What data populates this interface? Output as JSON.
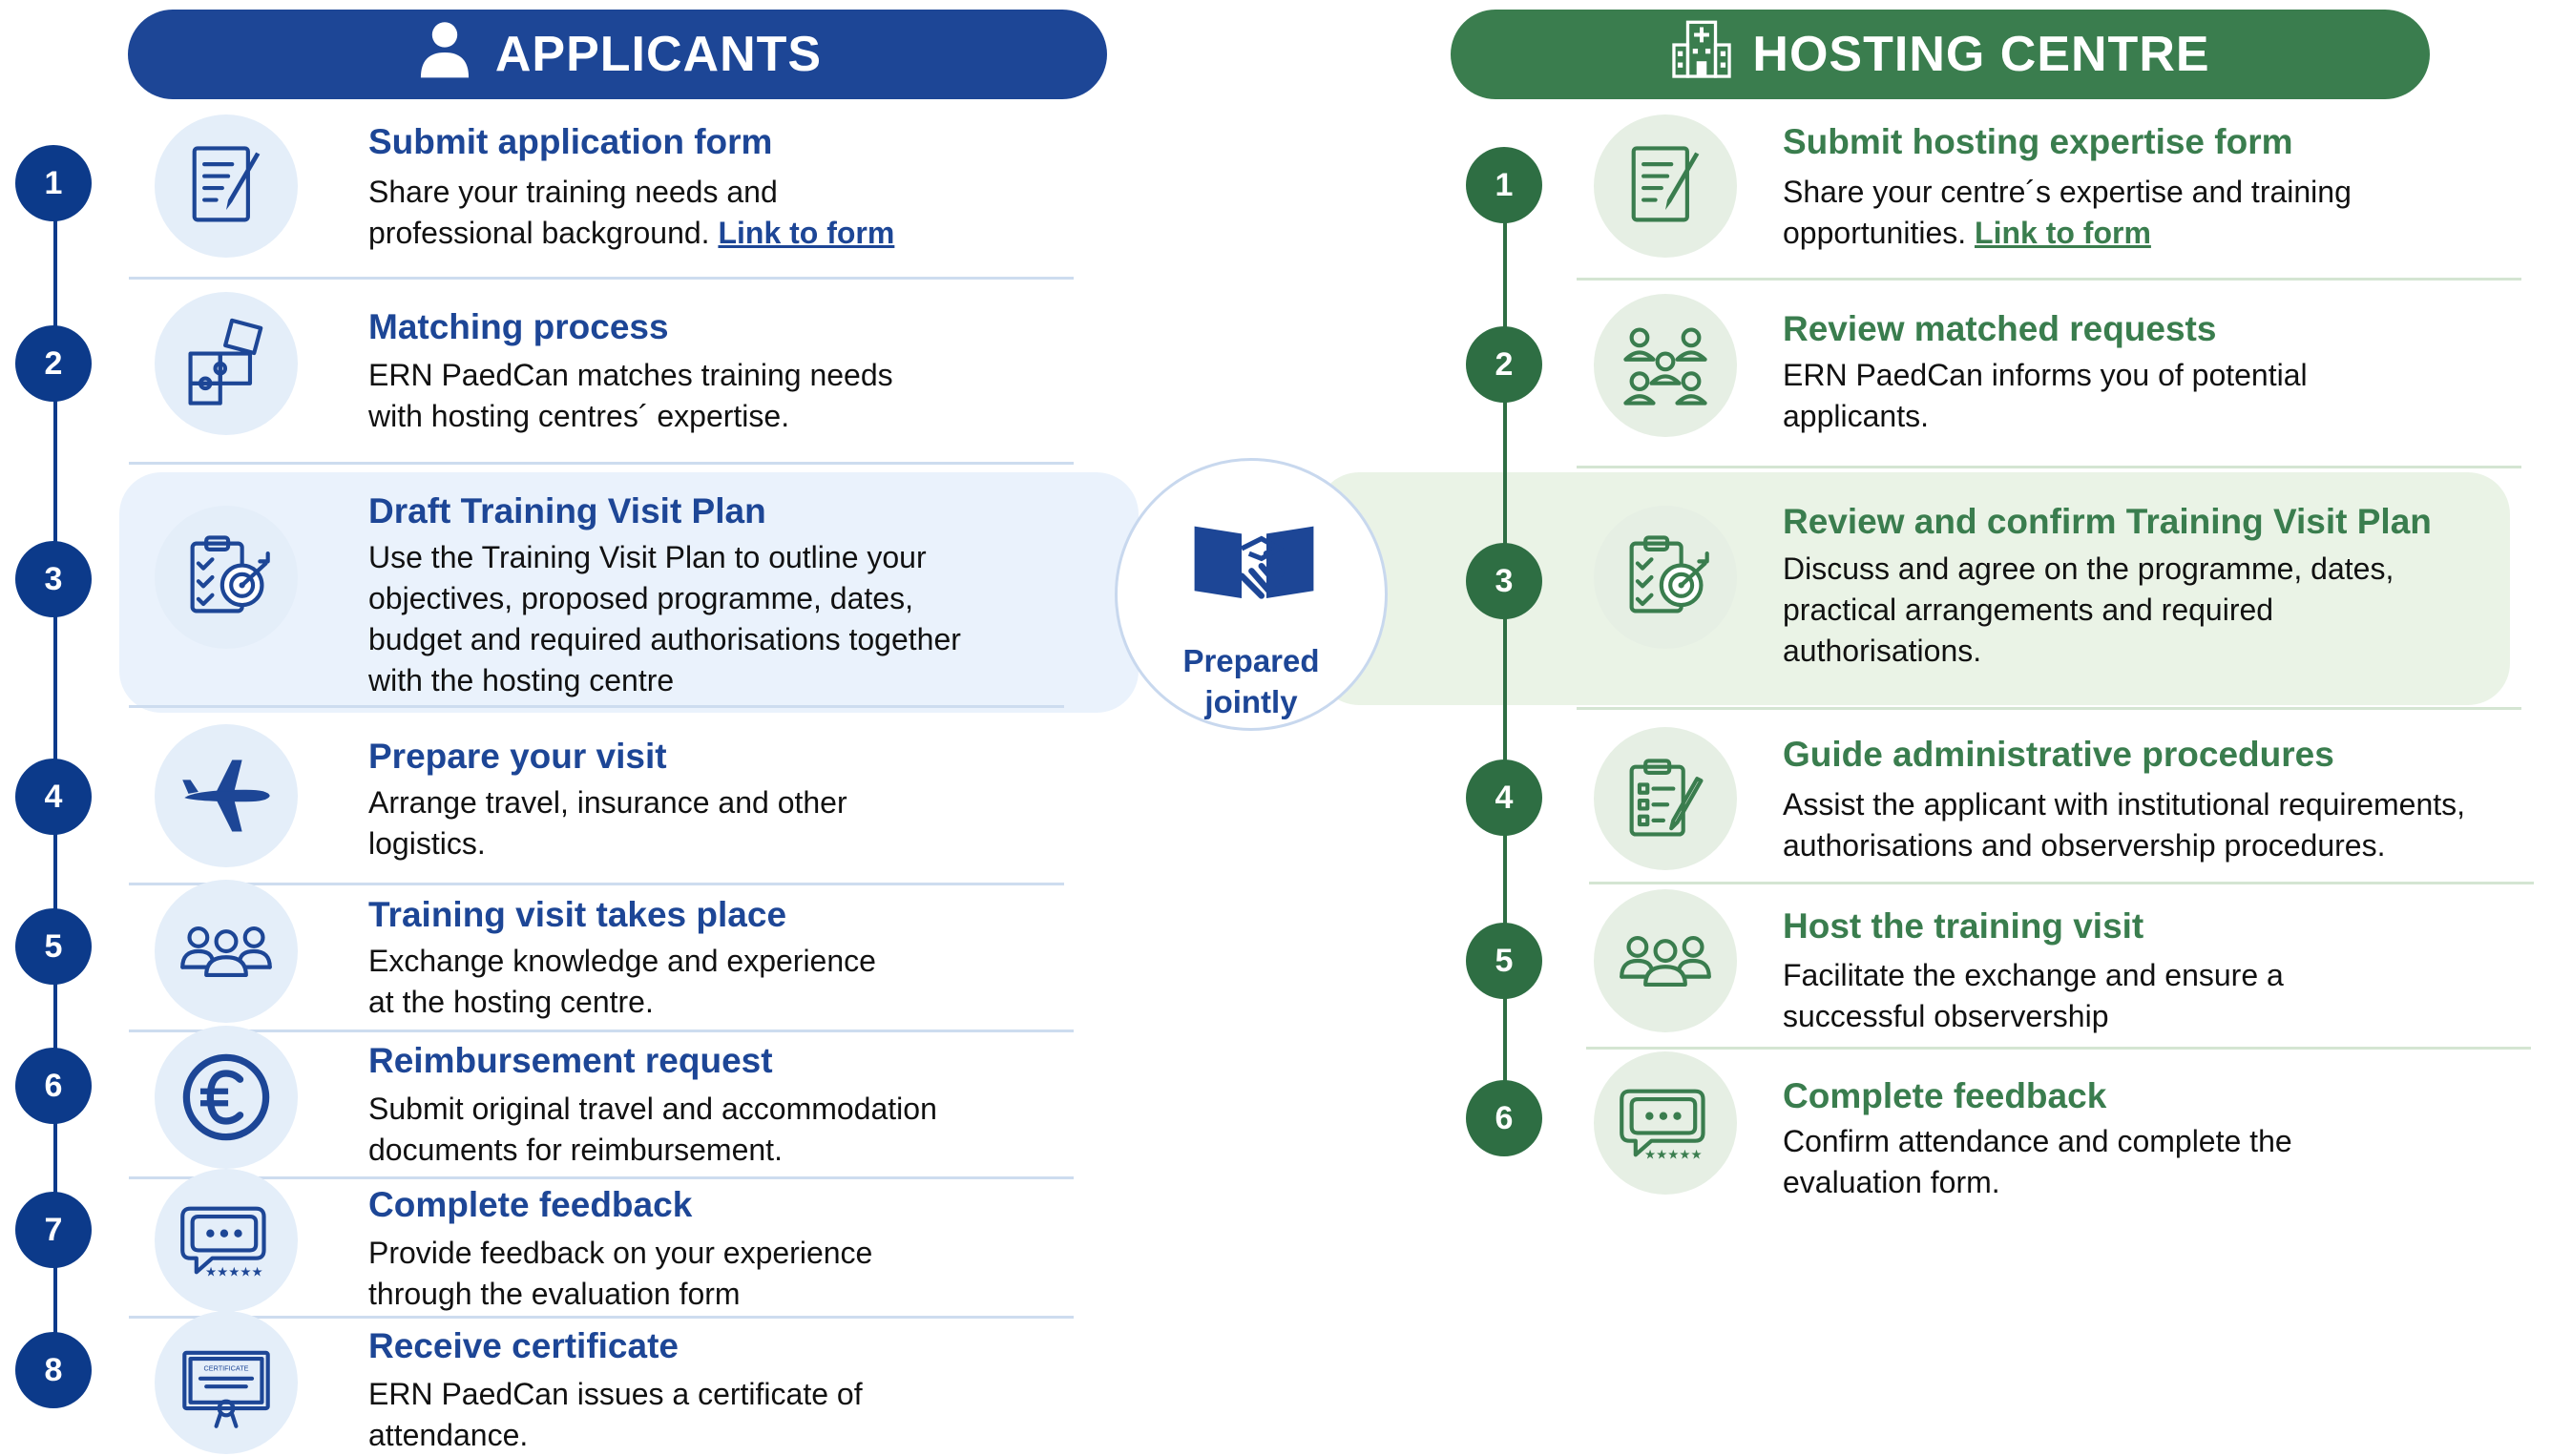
{
  "colors": {
    "applicants_primary": "#1d4696",
    "applicants_number": "#0c3a8a",
    "applicants_panel": "#eaf2fc",
    "applicants_icon_bg": "#e4eef9",
    "applicants_divider": "#cddcef",
    "hosting_primary": "#3a7d4e",
    "hosting_number": "#2e6e43",
    "hosting_panel": "#eaf3e6",
    "hosting_icon_bg": "#e6efe4",
    "hosting_divider": "#d4e5d2"
  },
  "applicants": {
    "title": "APPLICANTS",
    "icon": "person-icon",
    "steps": [
      {
        "number": "1",
        "icon": "form-pen-icon",
        "title": "Submit application form",
        "desc_lines": [
          "Share your training needs and",
          "professional background."
        ],
        "link": "Link to form"
      },
      {
        "number": "2",
        "icon": "puzzle-icon",
        "title": "Matching process",
        "desc_lines": [
          "ERN PaedCan matches training needs",
          "with hosting centres´ expertise."
        ]
      },
      {
        "number": "3",
        "icon": "clipboard-target-icon",
        "title": "Draft Training Visit Plan",
        "desc_lines": [
          "Use the Training Visit Plan to outline your",
          "objectives, proposed programme, dates,",
          "budget and required authorisations together",
          "with the hosting centre"
        ]
      },
      {
        "number": "4",
        "icon": "airplane-icon",
        "title": "Prepare your visit",
        "desc_lines": [
          "Arrange travel, insurance and other",
          "logistics."
        ]
      },
      {
        "number": "5",
        "icon": "people-group-icon",
        "title": "Training visit takes place",
        "desc_lines": [
          "Exchange knowledge and experience",
          "at the hosting centre."
        ]
      },
      {
        "number": "6",
        "icon": "euro-coin-icon",
        "title": "Reimbursement request",
        "desc_lines": [
          "Submit original travel and accommodation",
          "documents for reimbursement."
        ]
      },
      {
        "number": "7",
        "icon": "feedback-bubble-icon",
        "title": "Complete feedback",
        "desc_lines": [
          "Provide feedback on your experience",
          "through the evaluation form"
        ]
      },
      {
        "number": "8",
        "icon": "certificate-icon",
        "title": "Receive certificate",
        "desc_lines": [
          "ERN PaedCan issues a certificate of",
          "attendance."
        ],
        "icon_text": "CERTIFICATE"
      }
    ]
  },
  "hosting": {
    "title": "HOSTING CENTRE",
    "icon": "hospital-icon",
    "steps": [
      {
        "number": "1",
        "icon": "form-pen-icon",
        "title": "Submit hosting expertise form",
        "desc_lines": [
          "Share your centre´s expertise and training",
          "opportunities."
        ],
        "link": "Link to form"
      },
      {
        "number": "2",
        "icon": "people-network-icon",
        "title": "Review matched requests",
        "desc_lines": [
          "ERN PaedCan informs you of potential",
          "applicants."
        ]
      },
      {
        "number": "3",
        "icon": "clipboard-target-icon",
        "title": "Review and confirm Training Visit Plan",
        "desc_lines": [
          "Discuss and agree on the programme, dates,",
          "practical arrangements and required",
          "authorisations."
        ]
      },
      {
        "number": "4",
        "icon": "checklist-pen-icon",
        "title": "Guide administrative procedures",
        "desc_lines": [
          "Assist the applicant with institutional requirements,",
          "authorisations and observership procedures."
        ]
      },
      {
        "number": "5",
        "icon": "people-group-icon",
        "title": "Host the training visit",
        "desc_lines": [
          "Facilitate the exchange and ensure a",
          "successful observership"
        ]
      },
      {
        "number": "6",
        "icon": "feedback-bubble-icon",
        "title": "Complete feedback",
        "desc_lines": [
          "Confirm attendance and complete the",
          "evaluation form."
        ]
      }
    ]
  },
  "center": {
    "icon": "handshake-icon",
    "label_lines": [
      "Prepared",
      "jointly"
    ]
  }
}
